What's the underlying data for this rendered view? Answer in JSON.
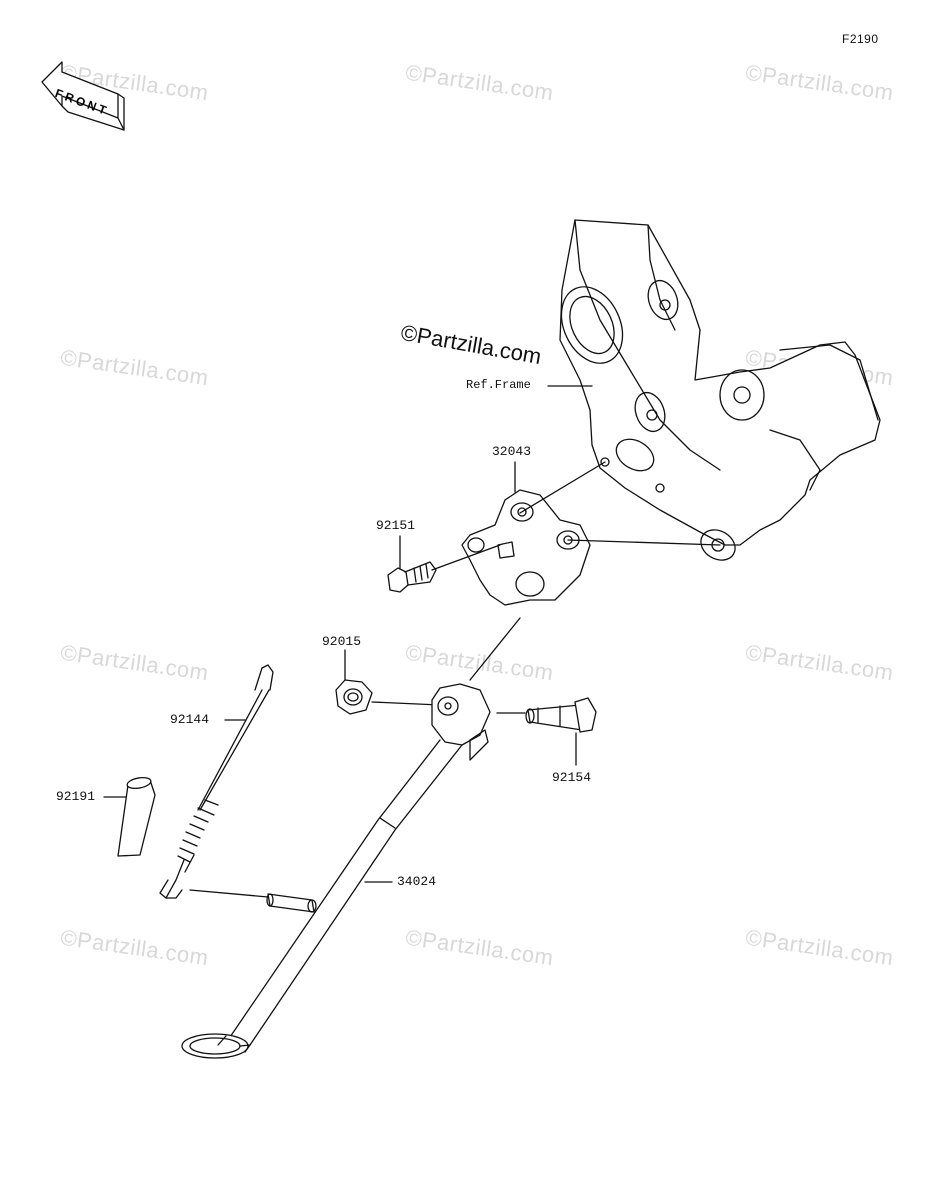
{
  "diagram": {
    "code": "F2190",
    "front_arrow_label": "FRONT",
    "ref_label": "Ref.Frame",
    "watermark": "©Partzilla.com",
    "watermark_center": "©Partzilla.com",
    "parts": [
      {
        "id": "32043",
        "label": "32043"
      },
      {
        "id": "92151",
        "label": "92151"
      },
      {
        "id": "92015",
        "label": "92015"
      },
      {
        "id": "92144",
        "label": "92144"
      },
      {
        "id": "92191",
        "label": "92191"
      },
      {
        "id": "92154",
        "label": "92154"
      },
      {
        "id": "34024",
        "label": "34024"
      }
    ]
  }
}
